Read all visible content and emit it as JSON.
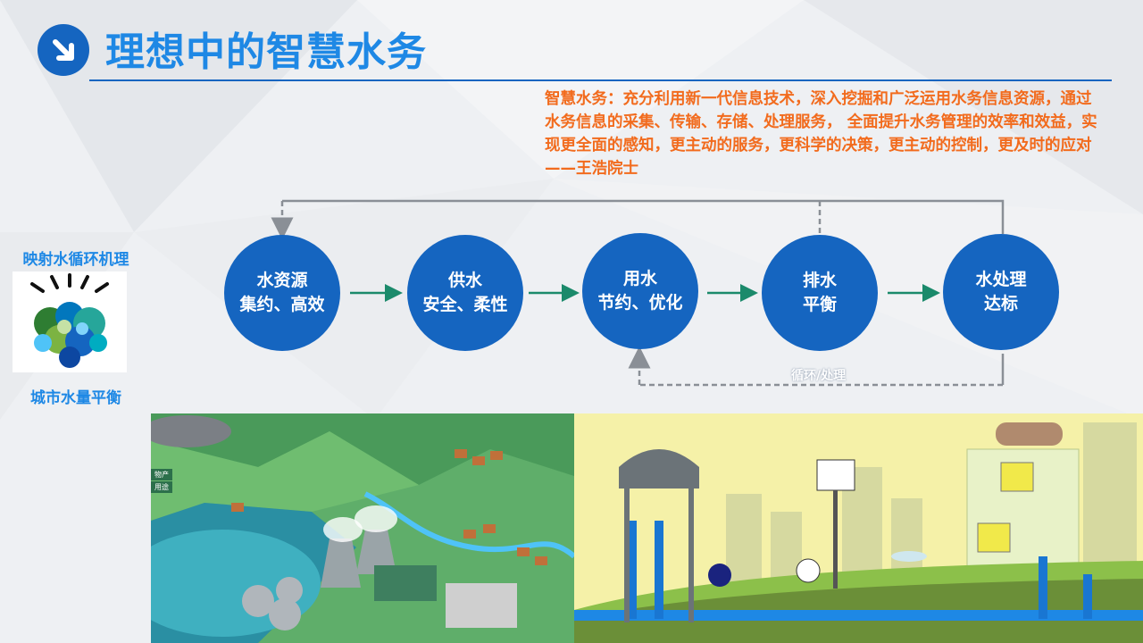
{
  "header": {
    "title": "理想中的智慧水务"
  },
  "quote": {
    "text": "智慧水务：充分利用新一代信息技术，深入挖掘和广泛运用水务信息资源，通过水务信息的采集、传输、存储、处理服务，  全面提升水务管理的效率和效益，实现更全面的感知，更主动的服务，更科学的决策，更主动的控制，更及时的应对——王浩院士"
  },
  "side": {
    "top_label": "映射水循环机理",
    "bottom_label": "城市水量平衡"
  },
  "flow": {
    "nodes": [
      {
        "line1": "水资源",
        "line2": "集约、高效"
      },
      {
        "line1": "供水",
        "line2": "安全、柔性"
      },
      {
        "line1": "用水",
        "line2": "节约、优化"
      },
      {
        "line1": "排水",
        "line2": "平衡"
      },
      {
        "line1": "水处理",
        "line2": "达标"
      }
    ],
    "loop_label": "循环/处理"
  },
  "photo_left": {
    "tags": [
      "物产",
      "用途"
    ]
  },
  "colors": {
    "primary": "#1565c0",
    "title": "#1e88e5",
    "quote": "#f26b1d",
    "arrow": "#1b8a6b"
  }
}
